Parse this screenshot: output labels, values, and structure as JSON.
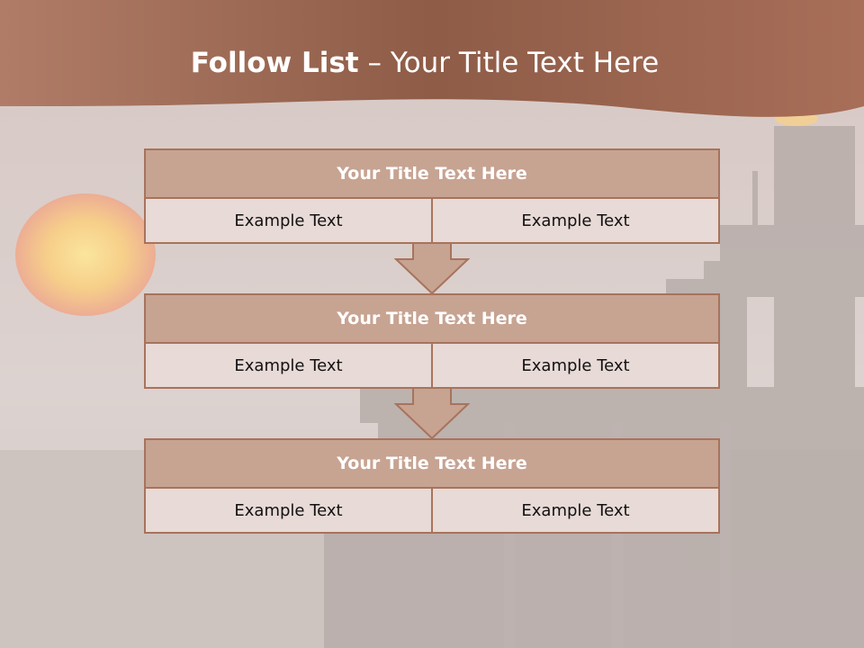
{
  "slide": {
    "title_bold": "Follow List",
    "title_rest": "– Your Title Text Here"
  },
  "blocks": [
    {
      "title": "Your Title Text Here",
      "left": "Example Text",
      "right": "Example Text"
    },
    {
      "title": "Your Title Text Here",
      "left": "Example Text",
      "right": "Example Text"
    },
    {
      "title": "Your Title Text Here",
      "left": "Example Text",
      "right": "Example Text"
    }
  ],
  "colors": {
    "banner": "#a66e57",
    "header_fill": "#c7a392",
    "cell_fill": "#e8dad6",
    "border": "#a8735c"
  },
  "icons": [
    "down-arrow-icon",
    "down-arrow-icon"
  ]
}
